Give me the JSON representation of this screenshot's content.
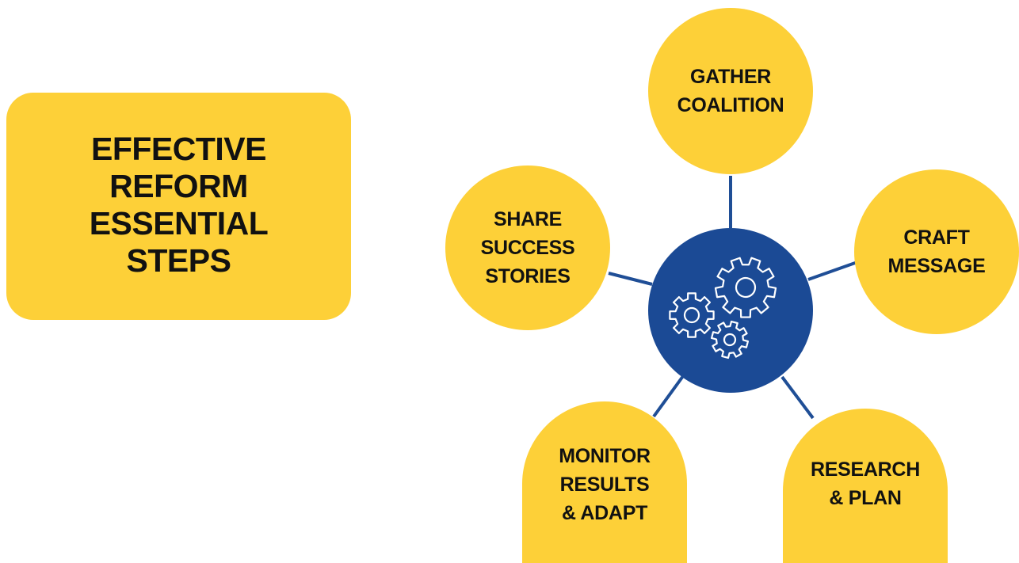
{
  "colors": {
    "accent_yellow": "#FDD038",
    "hub_blue": "#1B4A95",
    "connector_blue": "#1F4E96",
    "text_dark": "#111111",
    "icon_stroke": "#FFFFFF"
  },
  "title_box": {
    "lines": [
      "EFFECTIVE",
      "REFORM",
      "ESSENTIAL",
      "STEPS"
    ]
  },
  "hub": {
    "icon": "gears-icon"
  },
  "steps": [
    {
      "id": "gather-coalition",
      "lines": [
        "GATHER",
        "COALITION"
      ]
    },
    {
      "id": "craft-message",
      "lines": [
        "CRAFT",
        "MESSAGE"
      ]
    },
    {
      "id": "research-plan",
      "lines": [
        "RESEARCH",
        "& PLAN"
      ]
    },
    {
      "id": "monitor-results",
      "lines": [
        "MONITOR",
        "RESULTS",
        "& ADAPT"
      ]
    },
    {
      "id": "share-success",
      "lines": [
        "SHARE",
        "SUCCESS",
        "STORIES"
      ]
    }
  ]
}
